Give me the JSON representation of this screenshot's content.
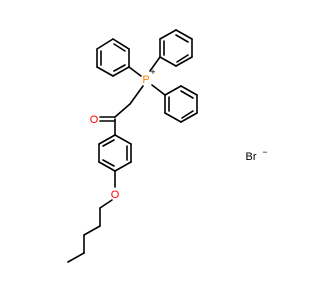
{
  "molecule": {
    "atoms": {
      "phosphorus": {
        "symbol": "P",
        "charge": "+",
        "color": "#ff8000"
      },
      "oxygen_carbonyl": {
        "symbol": "O",
        "color": "#ff0000"
      },
      "oxygen_ether": {
        "symbol": "O",
        "color": "#ff0000"
      }
    },
    "counterion": {
      "symbol": "Br",
      "charge": "−",
      "color": "#000000"
    }
  }
}
